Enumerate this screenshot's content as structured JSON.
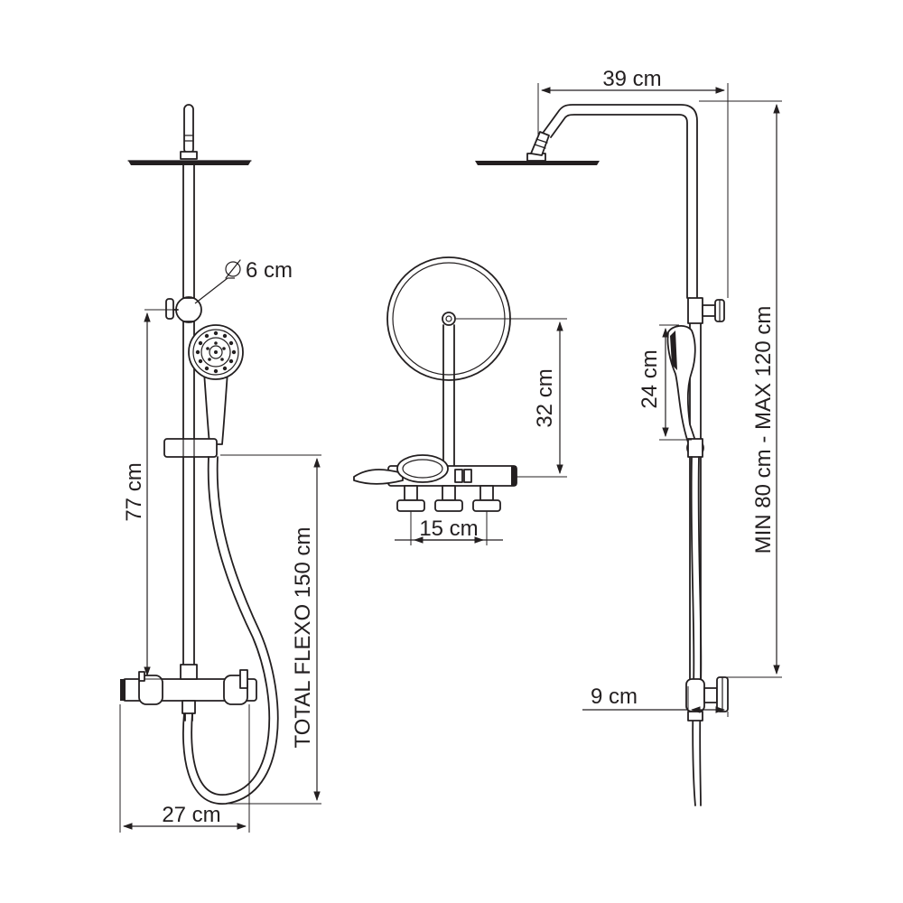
{
  "labels": {
    "diameter": "6 cm",
    "diameter_symbol": "Ø",
    "height_slide": "77 cm",
    "hose_length": "TOTAL FLEXO 150 cm",
    "width_mixer": "27 cm",
    "mixer_spacing": "15 cm",
    "handle_height": "32 cm",
    "arm_reach": "39 cm",
    "handshower_length": "24 cm",
    "adjustable_height": "MIN 80 cm - MAX 120 cm",
    "wall_offset": "9 cm"
  },
  "colors": {
    "line": "#231f20",
    "background": "#ffffff"
  }
}
